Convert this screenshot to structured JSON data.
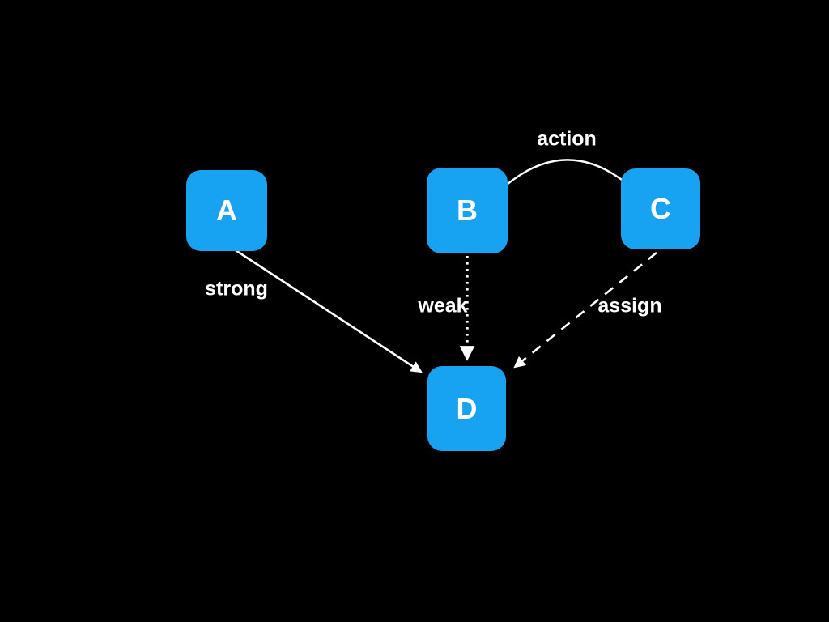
{
  "diagram": {
    "background_color": "#000000",
    "node_fill_color": "#17A2F2",
    "edge_color": "#ffffff",
    "label_color": "#ffffff",
    "nodes": [
      {
        "id": "A",
        "label": "A"
      },
      {
        "id": "B",
        "label": "B"
      },
      {
        "id": "C",
        "label": "C"
      },
      {
        "id": "D",
        "label": "D"
      }
    ],
    "edges": [
      {
        "from": "A",
        "to": "D",
        "label": "strong",
        "style": "solid",
        "arrowhead": true
      },
      {
        "from": "B",
        "to": "D",
        "label": "weak",
        "style": "dotted",
        "arrowhead": true
      },
      {
        "from": "C",
        "to": "D",
        "label": "assign",
        "style": "dashed",
        "arrowhead": true
      },
      {
        "from": "B",
        "to": "C",
        "label": "action",
        "style": "solid-arc",
        "arrowhead": false
      }
    ]
  }
}
